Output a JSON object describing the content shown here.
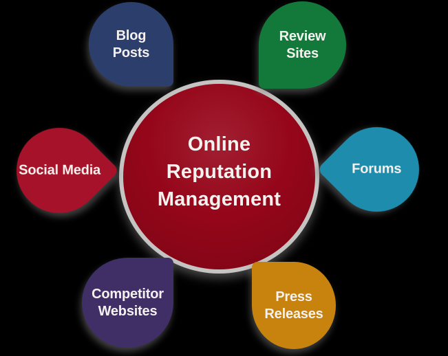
{
  "diagram": {
    "background": "#000000",
    "center": {
      "label": "Online\nReputation\nManagement",
      "fill": "#96061A",
      "ring_color": "#C6C4C2",
      "text_color": "#F4F1EE"
    },
    "bubbles": [
      {
        "id": "blog-posts",
        "label": "Blog\nPosts",
        "color": "#2C3E6C",
        "tail_direction": "south-east"
      },
      {
        "id": "review-sites",
        "label": "Review\nSites",
        "color": "#12793B",
        "tail_direction": "south-west"
      },
      {
        "id": "social-media",
        "label": "Social Media",
        "color": "#A51229",
        "tail_direction": "east"
      },
      {
        "id": "forums",
        "label": "Forums",
        "color": "#1D8CAD",
        "tail_direction": "west"
      },
      {
        "id": "competitor-websites",
        "label": "Competitor\nWebsites",
        "color": "#402E66",
        "tail_direction": "north-east"
      },
      {
        "id": "press-releases",
        "label": "Press\nReleases",
        "color": "#C8830F",
        "tail_direction": "north-west"
      }
    ]
  }
}
